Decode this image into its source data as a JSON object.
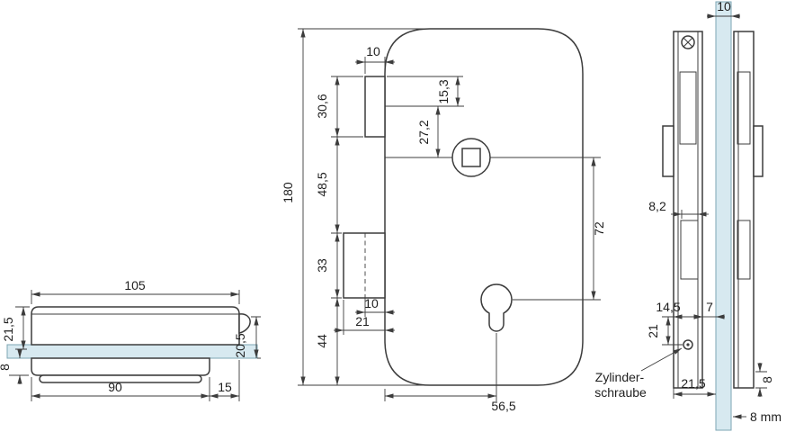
{
  "drawing": {
    "colors": {
      "glass": "#d7e9f0",
      "line": "#3c3c3c"
    },
    "side_view": {
      "top_width": "105",
      "clamp_height": "21,5",
      "hook_height": "20,5",
      "bottom_width": "90",
      "bottom_right": "15",
      "base_height": "8"
    },
    "front_view": {
      "latch_width": "10",
      "latch_height": "30,6",
      "middle_span": "48,5",
      "lower_box_height": "33",
      "bottom_span": "44",
      "total_height": "180",
      "nut_offset": "27,2",
      "latch_center_offset": "15,3",
      "nut_to_cylinder": "72",
      "bottom_width_inner": "10",
      "bottom_width_outer": "21",
      "cylinder_offset": "56,5"
    },
    "section_view": {
      "glass_slot": "10",
      "slot_width": "8,2",
      "plate_depth": "14,5",
      "gap": "7",
      "screw_offset": "21",
      "total_depth": "21,5",
      "bottom_edge": "8",
      "glass_thickness": "8 mm",
      "screw_label_1": "Zylinder-",
      "screw_label_2": "schraube"
    }
  }
}
